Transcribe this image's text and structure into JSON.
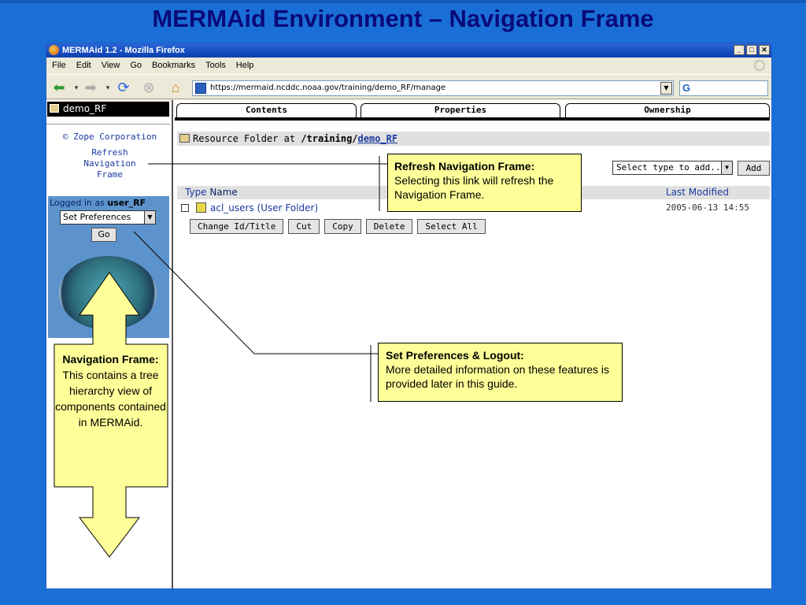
{
  "slide": {
    "title": "MERMAid Environment – Navigation Frame"
  },
  "browser": {
    "window_title": "MERMAid 1.2 - Mozilla Firefox",
    "menu": [
      "File",
      "Edit",
      "View",
      "Go",
      "Bookmarks",
      "Tools",
      "Help"
    ],
    "url": "https://mermaid.ncddc.noaa.gov/training/demo_RF/manage",
    "search_value": ""
  },
  "nav_frame": {
    "header": "demo_RF",
    "copyright": "© Zope Corporation",
    "refresh_line1": "Refresh",
    "refresh_line2": "Navigation",
    "refresh_line3": "Frame",
    "logged_in_prefix": "Logged in as",
    "logged_in_user": "user_RF",
    "preferences_selected": "Set Preferences",
    "go_label": "Go"
  },
  "main": {
    "tabs": [
      "Contents",
      "Properties",
      "Ownership"
    ],
    "folder_prefix": "Resource Folder at",
    "folder_path": "/training/",
    "folder_link": "demo_RF",
    "add_select": "Select type to add...",
    "add_button": "Add",
    "columns": {
      "type": "Type",
      "name": "Name",
      "last_modified": "Last Modified"
    },
    "rows": [
      {
        "name": "acl_users (User Folder)",
        "modified": "2005-06-13 14:55"
      }
    ],
    "actions": [
      "Change Id/Title",
      "Cut",
      "Copy",
      "Delete",
      "Select All"
    ]
  },
  "callouts": {
    "refresh_title": "Refresh Navigation Frame:",
    "refresh_body": "Selecting this link will refresh the Navigation Frame.",
    "pref_title": "Set Preferences & Logout:",
    "pref_body": "More detailed information on these features is provided later in this guide.",
    "nav_title": "Navigation Frame:",
    "nav_body": "This contains a tree hierarchy view of components contained in MERMAid."
  },
  "colors": {
    "slide_background": "#1a6fd6",
    "title_text": "#0a0a7a",
    "callout_fill": "#ffff99",
    "link": "#1a3aa0",
    "nav_panel": "#5d93cc"
  }
}
